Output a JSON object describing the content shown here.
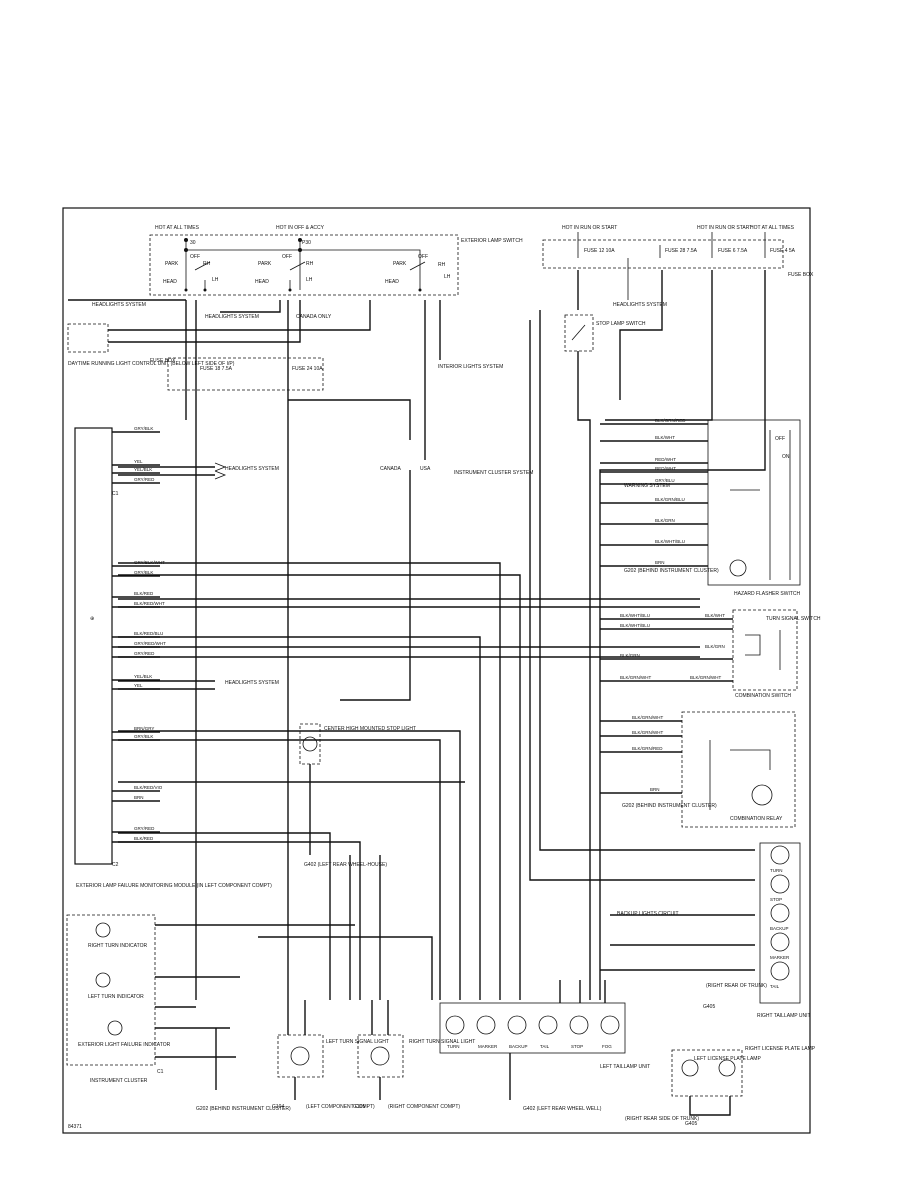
{
  "figure_id": "84371",
  "fuse_box_top": {
    "hot_at_all_times": "HOT AT ALL TIMES",
    "hot_in_off": "HOT IN OFF & ACCY",
    "hot_in_run": "HOT IN RUN OR START",
    "hot_in_run_2": "HOT IN RUN OR START",
    "hot_all_times_2": "HOT AT ALL TIMES",
    "fuse_12": "FUSE 12 10A",
    "fuse_28": "FUSE 28 7.5A",
    "fuse_6": "FUSE 6 7.5A",
    "fuse_4": "FUSE 4 5A",
    "fuse_box_label": "FUSE BOX"
  },
  "switch": {
    "exterior_lamp_switch": "EXTERIOR LAMP SWITCH",
    "park": "PARK",
    "head": "HEAD",
    "off": "OFF",
    "rh": "RH",
    "lh": "LH",
    "s30": "30",
    "p30": "P30"
  },
  "left_side": {
    "headlights_system_1": "HEADLIGHTS SYSTEM",
    "headlights_system_2": "HEADLIGHTS SYSTEM",
    "canada_only": "CANADA ONLY",
    "daytime_unit": "DAYTIME RUNNING LIGHT CONTROL UNIT (BELOW LEFT SIDE OF I/P)",
    "fuse_18": "FUSE 18 7.5A",
    "fuse_24": "FUSE 24 10A",
    "fuse_box": "FUSE BOX",
    "interior_lights": "INTERIOR LIGHTS SYSTEM",
    "canada": "CANADA",
    "usa": "USA"
  },
  "module": {
    "title": "EXTERIOR LAMP FAILURE MONITORING MODULE (IN LEFT COMPONENT COMPT)",
    "c1": "C1",
    "c2": "C2",
    "wires": [
      "GRY/BLK",
      "YEL",
      "YEL/BLK",
      "GRY/RED",
      "GRY/BLK/WHT",
      "GRY/BLK",
      "BLK/RED",
      "BLK/RED/WHT",
      "BLK/RED/BLU",
      "GRY/RED/WHT",
      "GRY/RED",
      "YEL/BLK",
      "YEL",
      "BRN/GRY",
      "GRY/BLK",
      "BLK/RED/VIO",
      "BRN",
      "GRY/RED",
      "BLK/RED"
    ]
  },
  "flasher": {
    "title": "HAZARD FLASHER SWITCH",
    "instrument_cluster_system": "INSTRUMENT CLUSTER SYSTEM",
    "warning_system": "WARNING SYSTEM",
    "g202": "G202 (BEHIND INSTRUMENT CLUSTER)",
    "off": "OFF",
    "on": "ON",
    "wires": [
      "BLK/GRN/RED",
      "BLK/WHT",
      "RED/WHT",
      "RED/WHT",
      "GRY/BLU",
      "BLK/GRN/BLU",
      "BLK/GRN",
      "BLK/WHT/BLU",
      "BRN"
    ]
  },
  "combo": {
    "title": "COMBINATION SWITCH",
    "turn_signal_switch": "TURN SIGNAL SWITCH",
    "wires": [
      "BLK/WHT/BLU",
      "BLK/WHT/BLU",
      "BLK/WHT",
      "BLK/GRN",
      "BLK/GRN",
      "BLK/GRN/WHT",
      "BLK/GRN/WHT"
    ]
  },
  "relay": {
    "title": "COMBINATION RELAY",
    "g202": "G202 (BEHIND INSTRUMENT CLUSTER)",
    "wires": [
      "BLK/GRN/WHT",
      "BLK/GRN/WHT",
      "BLK/GRN/RED",
      "BRN"
    ]
  },
  "center": {
    "stop_lamp_switch": "STOP LAMP SWITCH",
    "headlights_system": "HEADLIGHTS SYSTEM",
    "high_mount": "CENTER HIGH MOUNTED STOP LIGHT",
    "g402": "G402 (LEFT REAR WHEEL-HOUSE)",
    "g202": "G202 (BEHIND INSTRUMENT CLUSTER)",
    "backup_circuit": "BACKUP LIGHTS CIRCUIT"
  },
  "cluster": {
    "title": "INSTRUMENT CLUSTER",
    "right_turn": "RIGHT TURN INDICATOR",
    "left_turn": "LEFT TURN INDICATOR",
    "exterior_failure": "EXTERIOR LIGHT FAILURE INDICATOR",
    "c1": "C1",
    "g202": "G202 (BEHIND INSTRUMENT CLUSTER)"
  },
  "rear": {
    "left_turn_signal": "LEFT TURN SIGNAL LIGHT",
    "right_turn_signal": "RIGHT TURN SIGNAL LIGHT",
    "g104": "G104",
    "g105": "G105",
    "left_compt": "(LEFT COMPONENT COMPT)",
    "right_compt": "(RIGHT COMPONENT COMPT)",
    "left_taillamp": "LEFT TAILLAMP UNIT",
    "right_taillamp": "RIGHT TAILLAMP UNIT",
    "g402": "G402 (LEFT REAR WHEEL WELL)",
    "g405": "G405",
    "left_license": "LEFT LICENSE PLATE LAMP",
    "right_license": "RIGHT LICENSE PLATE LAMP",
    "right_rear_trunk": "(RIGHT REAR OF TRUNK)",
    "right_rear_side_trunk": "(RIGHT REAR SIDE OF TRUNK)",
    "g405b": "G405",
    "left_bulbs": [
      "TURN",
      "MARKER",
      "BACKUP",
      "TAIL",
      "STOP",
      "FOG"
    ],
    "right_bulbs": [
      "TURN",
      "STOP",
      "BACKUP",
      "MARKER",
      "TAIL"
    ]
  }
}
